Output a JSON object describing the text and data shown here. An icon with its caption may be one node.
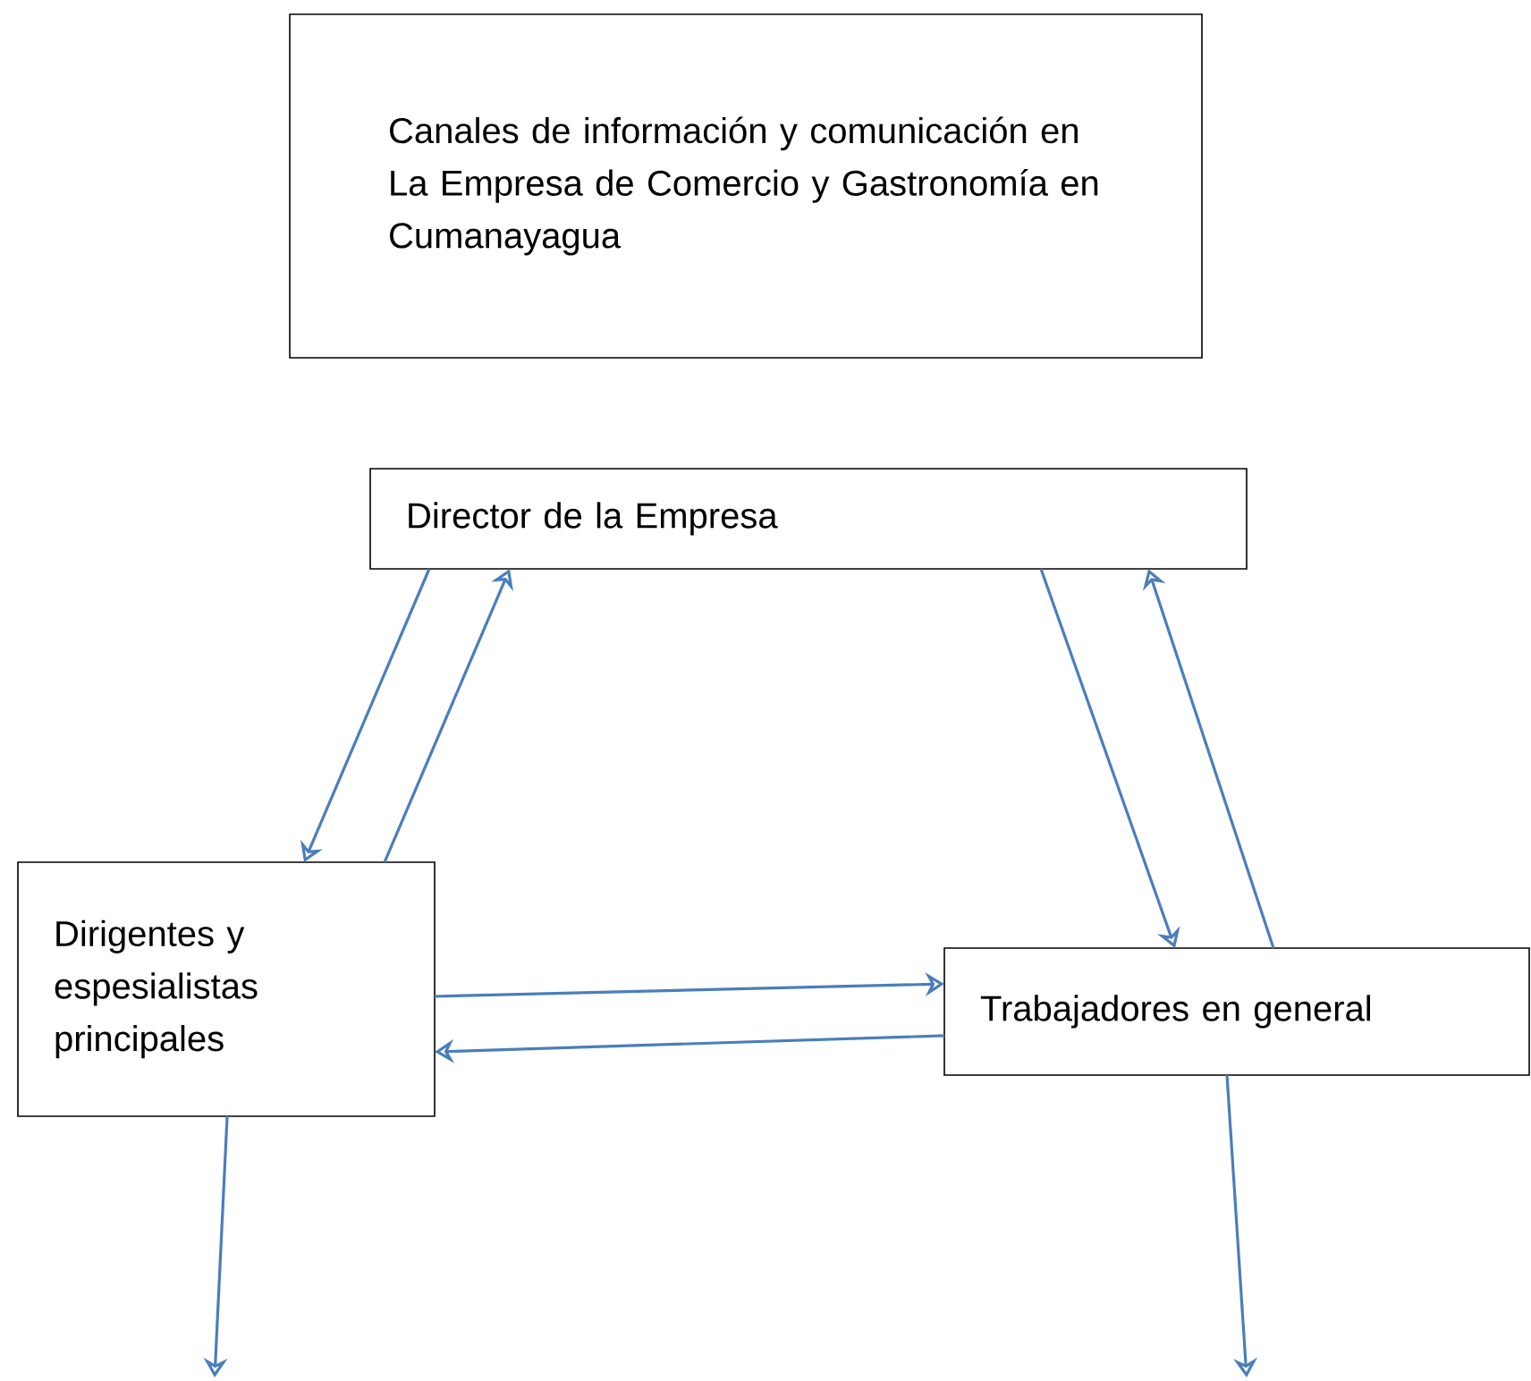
{
  "diagram": {
    "nodes": [
      {
        "text": [
          "Canales de información  y comunicación  en La Empresa de Comercio y Gastronomía en Cumanayagua"
        ]
      },
      {
        "text": [
          "Director de la Empresa"
        ]
      },
      {
        "text": [
          "Dirigentes y espesialistas principales"
        ]
      },
      {
        "text": [
          "Trabajadores en general"
        ]
      }
    ],
    "edges": [
      {
        "from": 1,
        "to": 2,
        "arrow": "to"
      },
      {
        "from": 2,
        "to": 1,
        "arrow": "to"
      },
      {
        "from": 1,
        "to": 3,
        "arrow": "to"
      },
      {
        "from": 3,
        "to": 1,
        "arrow": "to"
      },
      {
        "from": 2,
        "to": 3,
        "arrow": "to"
      },
      {
        "from": 3,
        "to": 2,
        "arrow": "to"
      },
      {
        "from": 2,
        "to": null,
        "arrow": "to"
      },
      {
        "from": 3,
        "to": null,
        "arrow": "to"
      }
    ]
  }
}
